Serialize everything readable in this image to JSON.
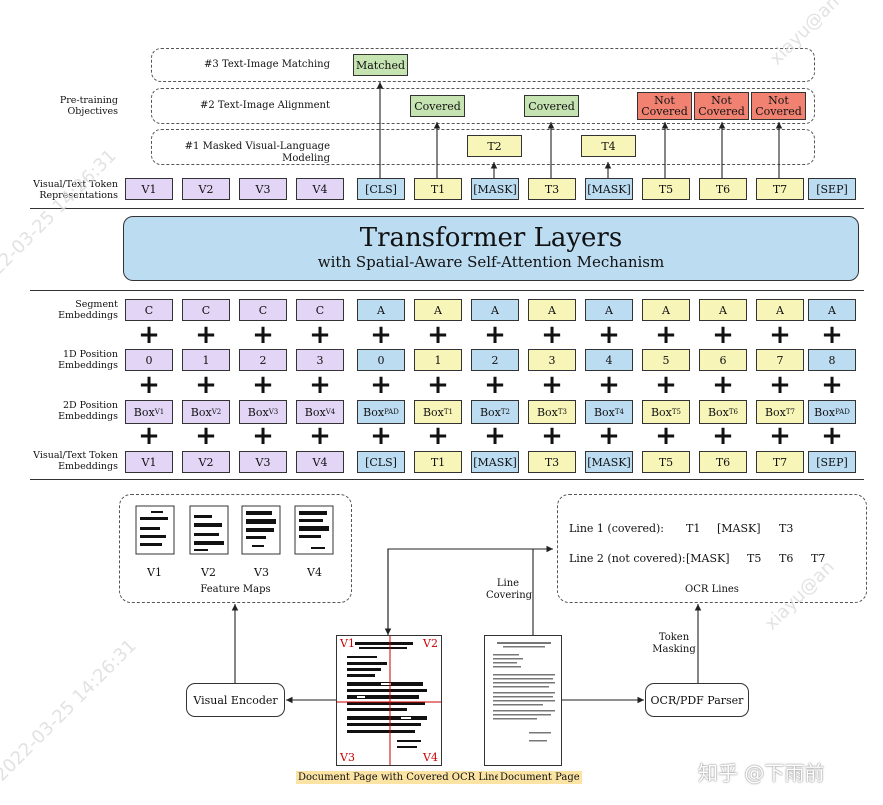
{
  "objectives": {
    "side_label": "Pre-training Objectives",
    "rows": [
      {
        "label": "#3 Text-Image Matching"
      },
      {
        "label": "#2 Text-Image Alignment"
      },
      {
        "label": "#1 Masked Visual-Language Modeling"
      }
    ],
    "matched": "Matched",
    "covered": "Covered",
    "not_covered": "Not Covered",
    "predictions": [
      "T2",
      "T4"
    ]
  },
  "output_row": {
    "label": "Visual/Text Token Representations",
    "tokens": [
      "V1",
      "V2",
      "V3",
      "V4",
      "[CLS]",
      "T1",
      "[MASK]",
      "T3",
      "[MASK]",
      "T5",
      "T6",
      "T7",
      "[SEP]"
    ]
  },
  "transformer": {
    "title": "Transformer Layers",
    "subtitle": "with Spatial-Aware Self-Attention Mechanism"
  },
  "embeddings": {
    "segment": {
      "label": "Segment Embeddings",
      "tokens": [
        "C",
        "C",
        "C",
        "C",
        "A",
        "A",
        "A",
        "A",
        "A",
        "A",
        "A",
        "A",
        "A"
      ]
    },
    "pos1d": {
      "label": "1D Position Embeddings",
      "tokens": [
        "0",
        "1",
        "2",
        "3",
        "0",
        "1",
        "2",
        "3",
        "4",
        "5",
        "6",
        "7",
        "8"
      ]
    },
    "pos2d": {
      "label": "2D Position Embeddings",
      "base": "Box",
      "subs": [
        "V1",
        "V2",
        "V3",
        "V4",
        "PAD",
        "T1",
        "T2",
        "T3",
        "T4",
        "T5",
        "T6",
        "T7",
        "PAD"
      ]
    },
    "token": {
      "label": "Visual/Text Token Embeddings",
      "tokens": [
        "V1",
        "V2",
        "V3",
        "V4",
        "[CLS]",
        "T1",
        "[MASK]",
        "T3",
        "[MASK]",
        "T5",
        "T6",
        "T7",
        "[SEP]"
      ]
    }
  },
  "feature_maps": {
    "labels": [
      "V1",
      "V2",
      "V3",
      "V4"
    ],
    "caption": "Feature Maps"
  },
  "ocr_lines": {
    "line1_label": "Line 1 (covered):",
    "line1_tokens": [
      "T1",
      "[MASK]",
      "T3"
    ],
    "line2_label": "Line 2 (not covered):",
    "line2_tokens": [
      "[MASK]",
      "T5",
      "T6",
      "T7"
    ],
    "caption": "OCR Lines"
  },
  "labels": {
    "line_covering": "Line Covering",
    "token_masking": "Token Masking",
    "visual_encoder": "Visual Encoder",
    "ocr_parser": "OCR/PDF Parser",
    "covered_page": "Document Page with Covered OCR Lines",
    "document_page": "Document Page",
    "quadrants": [
      "V1",
      "V2",
      "V3",
      "V4"
    ]
  },
  "watermark": {
    "user": "xiayu@an",
    "time": "2022-03-25 14:26:31",
    "brand": "知乎 @下雨前"
  },
  "colors": {
    "visual": "#e3d5f6",
    "special": "#bcdcf2",
    "text": "#f7f5b8",
    "covered": "#c6e3b2",
    "not_covered": "#f18272",
    "transformer": "#bcdcf2",
    "caption_bg": "#fbe3a3"
  }
}
